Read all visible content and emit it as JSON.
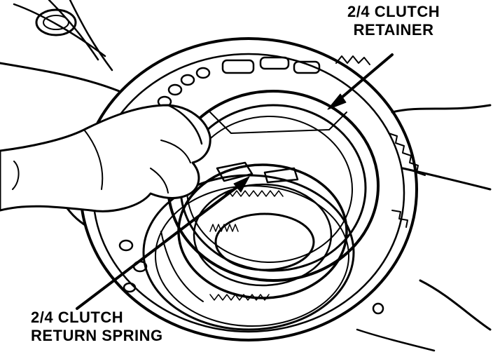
{
  "callouts": {
    "retainer": {
      "line1": "2/4 CLUTCH",
      "line2": "RETAINER"
    },
    "return_spring": {
      "line1": "2/4 CLUTCH",
      "line2": "RETURN SPRING"
    }
  },
  "colors": {
    "ink": "#000000",
    "paper": "#ffffff"
  }
}
